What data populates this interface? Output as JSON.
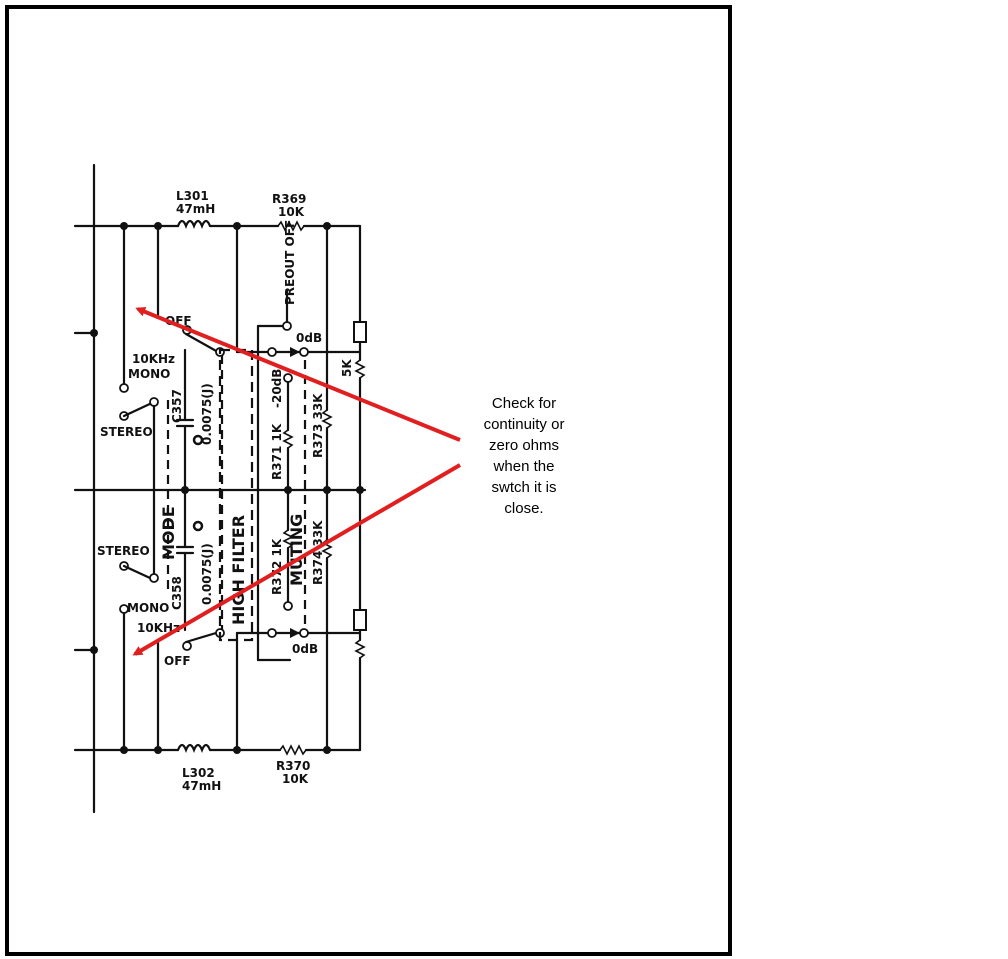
{
  "annotation": {
    "text": "Check for\ncontinuity  or\nzero ohms\nwhen the\nswtch it is\nclose.",
    "arrow_color": "#e02020"
  },
  "labels": {
    "l301_name": "L301",
    "l301_value": "47mH",
    "l302_name": "L302",
    "l302_value": "47mH",
    "r369_name": "R369",
    "r369_value": "10K",
    "r370_name": "R370",
    "r370_value": "10K",
    "preout_off": "PREOUT OFF",
    "off_top": "OFF",
    "off_bottom": "OFF",
    "odb_top": "0dB",
    "odb_bottom": "0dB",
    "tenkhz_top": "10KHz",
    "tenkhz_bottom": "10KHz",
    "mono_top": "MONO",
    "mono_bottom": "MONO",
    "stereo_top": "STEREO",
    "stereo_bottom": "STEREO",
    "c357": "C357",
    "c358": "C358",
    "cap_top_value": "0.0075(J)",
    "cap_bottom_value": "0.0075(J)",
    "mode": "MODE",
    "high_filter": "HIGH FILTER",
    "minus20db": "-20dB",
    "r371": "R371  1K",
    "r372": "R372  1K",
    "r373": "R373  33K",
    "r374": "R374  33K",
    "muting": "MUTING",
    "fivek": "5K"
  }
}
